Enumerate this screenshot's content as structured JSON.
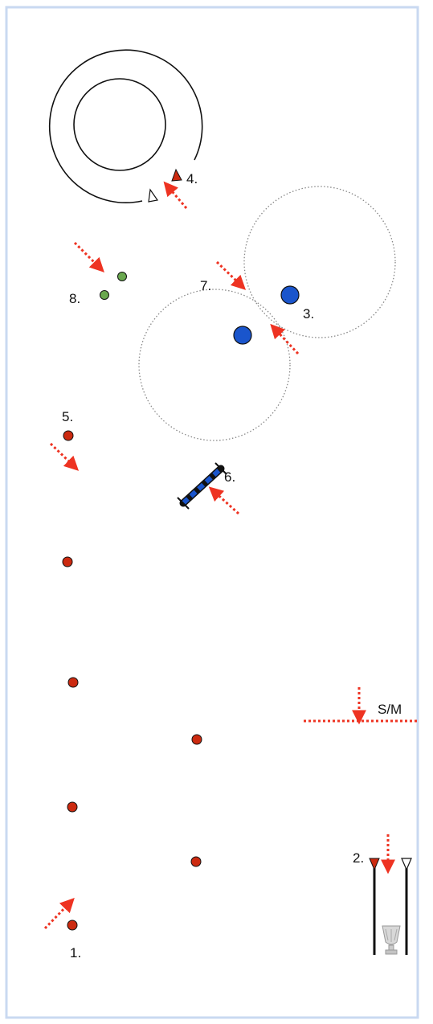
{
  "labels": {
    "o1": "1.",
    "o2": "2.",
    "o3": "3.",
    "o4": "4.",
    "o5": "5.",
    "o6": "6.",
    "o7": "7.",
    "o8": "8.",
    "start_finish": "S/M"
  },
  "colors": {
    "frame": "#c9d9f1",
    "arrow": "#ee3322",
    "pylon": "#cc2a10",
    "ball": "#1a55cc",
    "green_marker": "#6aa84f",
    "ring": "#111111",
    "dotted_circle": "#888888"
  },
  "icons": {
    "cup": "trophy-cup-icon",
    "flag_red": "red-flag-icon",
    "flag_white": "white-flag-icon",
    "pole": "striped-pole-icon"
  }
}
